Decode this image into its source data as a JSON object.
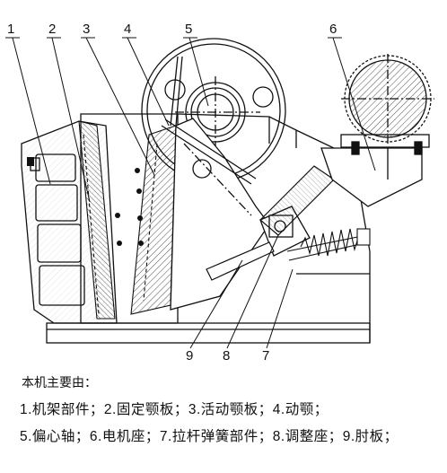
{
  "callouts": [
    {
      "num": "1"
    },
    {
      "num": "2"
    },
    {
      "num": "3"
    },
    {
      "num": "4"
    },
    {
      "num": "5"
    },
    {
      "num": "6"
    },
    {
      "num": "7"
    },
    {
      "num": "8"
    },
    {
      "num": "9"
    }
  ],
  "legend": {
    "heading": "本机主要由：",
    "row1": "1.机架部件；2.固定颚板；3.活动颚板；4.动颚；",
    "row2": "5.偏心轴；6.电机座；7.拉杆弹簧部件；8.调整座；9.肘板；"
  }
}
